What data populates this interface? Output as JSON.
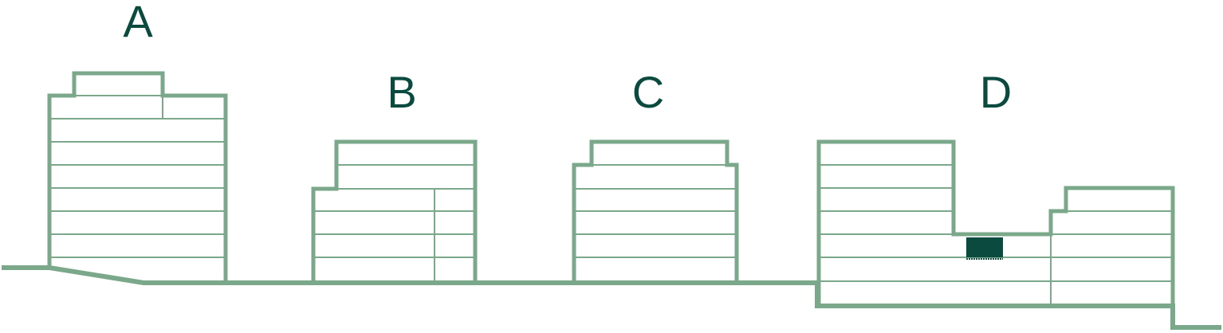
{
  "buildings": [
    {
      "id": "A",
      "label": "A"
    },
    {
      "id": "B",
      "label": "B"
    },
    {
      "id": "C",
      "label": "C"
    },
    {
      "id": "D",
      "label": "D"
    }
  ],
  "colors": {
    "outline": "#7ba88a",
    "label": "#0b4a3f",
    "highlight_marker": "#0b4a3f"
  }
}
